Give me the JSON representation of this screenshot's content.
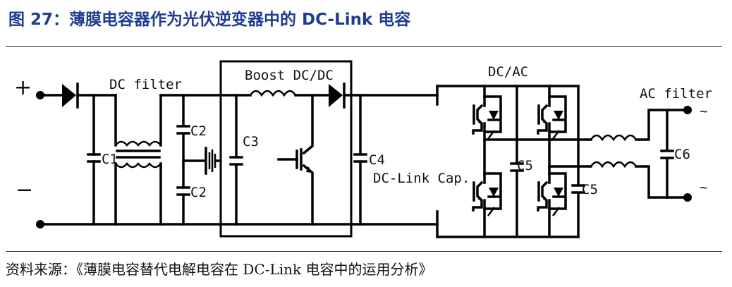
{
  "figure": {
    "title": "图 27：薄膜电容器作为光伏逆变器中的 DC-Link 电容",
    "source": "资料来源：《薄膜电容替代电解电容在 DC-Link 电容中的运用分析》"
  },
  "circuit": {
    "labels": {
      "plus": "+",
      "minus": "−",
      "dc_filter": "DC filter",
      "boost": "Boost DC/DC",
      "dcac": "DC/AC",
      "ac_filter": "AC filter",
      "dclink_cap": "DC-Link Cap.",
      "c1": "C1",
      "c2_top": "C2",
      "c2_bottom": "C2",
      "c3": "C3",
      "c4": "C4",
      "c5_mid": "C5",
      "c5_right": "C5",
      "c6": "C6",
      "ac_top": "~",
      "ac_bottom": "~"
    }
  }
}
